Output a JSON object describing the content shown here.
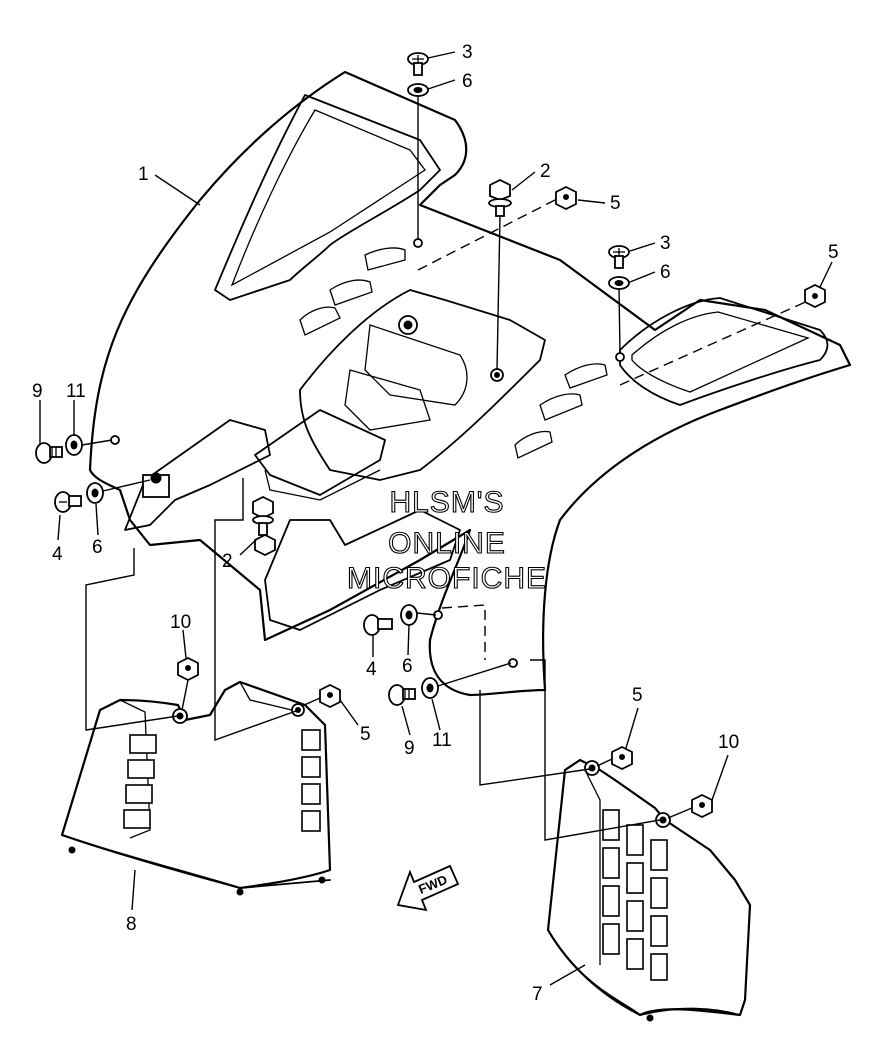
{
  "parts": {
    "rear_fender": "1",
    "bolt_top": "2",
    "bolt_lower": "2",
    "screw_top": "3",
    "screw_right": "3",
    "screw_left": "4",
    "screw_center": "4",
    "nut_top": "5",
    "nut_right": "5",
    "nut_flap_left": "5",
    "nut_flap_right": "5",
    "washer_top": "6",
    "washer_right": "6",
    "washer_left": "6",
    "washer_center": "6",
    "flap_right": "7",
    "flap_left": "8",
    "bolt_left": "9",
    "bolt_center": "9",
    "nut_10_left": "10",
    "nut_10_right": "10",
    "washer_11_left": "11",
    "washer_11_center": "11"
  },
  "watermark": [
    "HLSM'S",
    "ONLINE",
    "MICROFICHE"
  ],
  "fwd_label": "FWD"
}
